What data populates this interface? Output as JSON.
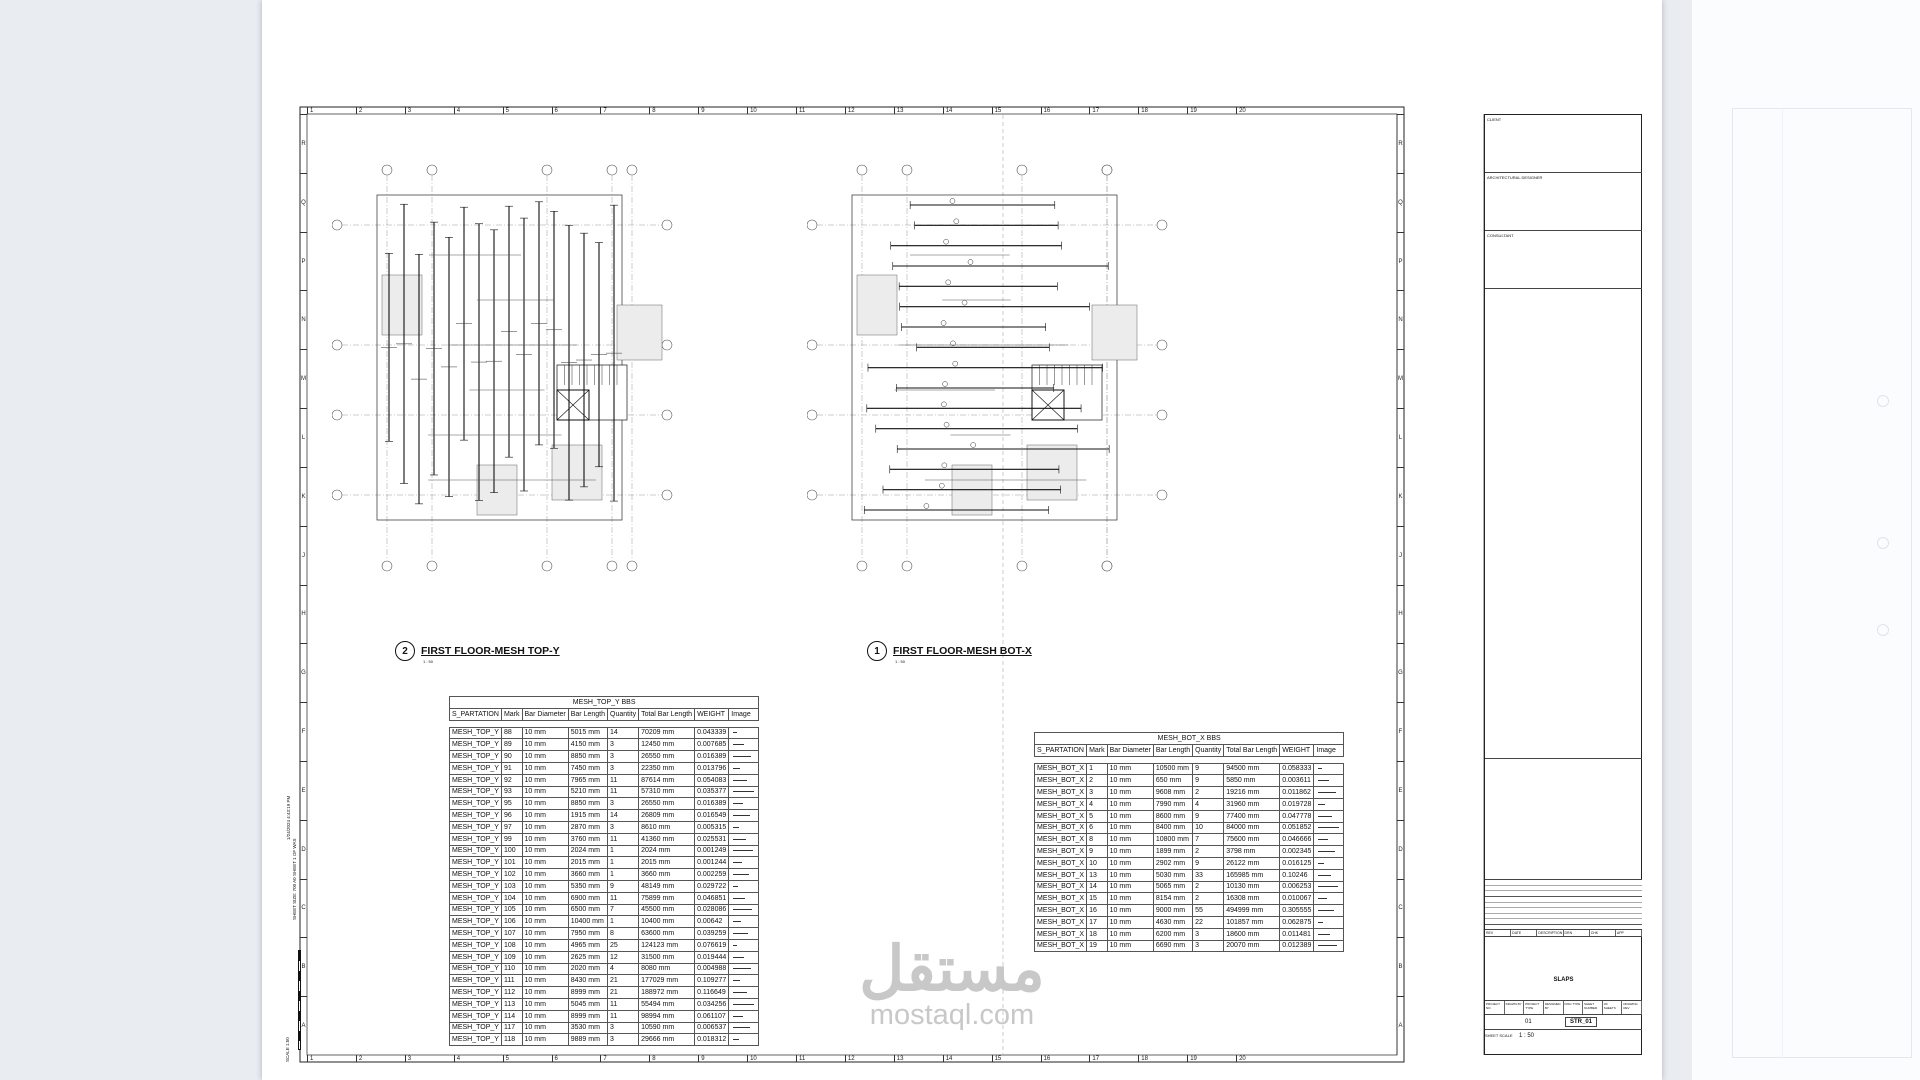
{
  "window": {
    "sheet_number": "STR_01",
    "sheet_title": "SLAPS"
  },
  "border": {
    "columns": [
      "1",
      "2",
      "3",
      "4",
      "5",
      "6",
      "7",
      "8",
      "9",
      "10",
      "11",
      "12",
      "13",
      "14",
      "15",
      "16",
      "17",
      "18",
      "19",
      "20"
    ],
    "rows": [
      "R",
      "Q",
      "P",
      "N",
      "M",
      "L",
      "K",
      "J",
      "H",
      "G",
      "F",
      "E",
      "D",
      "C",
      "B",
      "A"
    ]
  },
  "plans": {
    "left": {
      "number": "2",
      "title": "FIRST FLOOR-MESH TOP-Y",
      "scale": "1 : 50"
    },
    "right": {
      "number": "1",
      "title": "FIRST FLOOR-MESH BOT-X",
      "scale": "1 : 50"
    }
  },
  "bbs_top": {
    "caption": "MESH_TOP_Y BBS",
    "headers": [
      "S_PARTATION",
      "Mark",
      "Bar Diameter",
      "Bar Length",
      "Quantity",
      "Total Bar Length",
      "WEIGHT",
      "Image"
    ],
    "rows": [
      [
        "MESH_TOP_Y",
        "88",
        "10 mm",
        "5015 mm",
        "14",
        "70209 mm",
        "0.043339"
      ],
      [
        "MESH_TOP_Y",
        "89",
        "10 mm",
        "4150 mm",
        "3",
        "12450 mm",
        "0.007685"
      ],
      [
        "MESH_TOP_Y",
        "90",
        "10 mm",
        "8850 mm",
        "3",
        "26550 mm",
        "0.016389"
      ],
      [
        "MESH_TOP_Y",
        "91",
        "10 mm",
        "7450 mm",
        "3",
        "22350 mm",
        "0.013796"
      ],
      [
        "MESH_TOP_Y",
        "92",
        "10 mm",
        "7965 mm",
        "11",
        "87614 mm",
        "0.054083"
      ],
      [
        "MESH_TOP_Y",
        "93",
        "10 mm",
        "5210 mm",
        "11",
        "57310 mm",
        "0.035377"
      ],
      [
        "MESH_TOP_Y",
        "95",
        "10 mm",
        "8850 mm",
        "3",
        "26550 mm",
        "0.016389"
      ],
      [
        "MESH_TOP_Y",
        "96",
        "10 mm",
        "1915 mm",
        "14",
        "26809 mm",
        "0.016549"
      ],
      [
        "MESH_TOP_Y",
        "97",
        "10 mm",
        "2870 mm",
        "3",
        "8610 mm",
        "0.005315"
      ],
      [
        "MESH_TOP_Y",
        "99",
        "10 mm",
        "3760 mm",
        "11",
        "41360 mm",
        "0.025531"
      ],
      [
        "MESH_TOP_Y",
        "100",
        "10 mm",
        "2024 mm",
        "1",
        "2024 mm",
        "0.001249"
      ],
      [
        "MESH_TOP_Y",
        "101",
        "10 mm",
        "2015 mm",
        "1",
        "2015 mm",
        "0.001244"
      ],
      [
        "MESH_TOP_Y",
        "102",
        "10 mm",
        "3660 mm",
        "1",
        "3660 mm",
        "0.002259"
      ],
      [
        "MESH_TOP_Y",
        "103",
        "10 mm",
        "5350 mm",
        "9",
        "48149 mm",
        "0.029722"
      ],
      [
        "MESH_TOP_Y",
        "104",
        "10 mm",
        "6900 mm",
        "11",
        "75899 mm",
        "0.046851"
      ],
      [
        "MESH_TOP_Y",
        "105",
        "10 mm",
        "6500 mm",
        "7",
        "45500 mm",
        "0.028086"
      ],
      [
        "MESH_TOP_Y",
        "106",
        "10 mm",
        "10400 mm",
        "1",
        "10400 mm",
        "0.00642"
      ],
      [
        "MESH_TOP_Y",
        "107",
        "10 mm",
        "7950 mm",
        "8",
        "63600 mm",
        "0.039259"
      ],
      [
        "MESH_TOP_Y",
        "108",
        "10 mm",
        "4965 mm",
        "25",
        "124123 mm",
        "0.076619"
      ],
      [
        "MESH_TOP_Y",
        "109",
        "10 mm",
        "2625 mm",
        "12",
        "31500 mm",
        "0.019444"
      ],
      [
        "MESH_TOP_Y",
        "110",
        "10 mm",
        "2020 mm",
        "4",
        "8080 mm",
        "0.004988"
      ],
      [
        "MESH_TOP_Y",
        "111",
        "10 mm",
        "8430 mm",
        "21",
        "177029 mm",
        "0.109277"
      ],
      [
        "MESH_TOP_Y",
        "112",
        "10 mm",
        "8999 mm",
        "21",
        "188972 mm",
        "0.116649"
      ],
      [
        "MESH_TOP_Y",
        "113",
        "10 mm",
        "5045 mm",
        "11",
        "55494 mm",
        "0.034256"
      ],
      [
        "MESH_TOP_Y",
        "114",
        "10 mm",
        "8999 mm",
        "11",
        "98994 mm",
        "0.061107"
      ],
      [
        "MESH_TOP_Y",
        "117",
        "10 mm",
        "3530 mm",
        "3",
        "10590 mm",
        "0.006537"
      ],
      [
        "MESH_TOP_Y",
        "118",
        "10 mm",
        "9889 mm",
        "3",
        "29666 mm",
        "0.018312"
      ]
    ]
  },
  "bbs_bot": {
    "caption": "MESH_BOT_X BBS",
    "headers": [
      "S_PARTATION",
      "Mark",
      "Bar Diameter",
      "Bar Length",
      "Quantity",
      "Total Bar Length",
      "WEIGHT",
      "Image"
    ],
    "rows": [
      [
        "MESH_BOT_X",
        "1",
        "10 mm",
        "10500 mm",
        "9",
        "94500 mm",
        "0.058333"
      ],
      [
        "MESH_BOT_X",
        "2",
        "10 mm",
        "650 mm",
        "9",
        "5850 mm",
        "0.003611"
      ],
      [
        "MESH_BOT_X",
        "3",
        "10 mm",
        "9608 mm",
        "2",
        "19216 mm",
        "0.011862"
      ],
      [
        "MESH_BOT_X",
        "4",
        "10 mm",
        "7990 mm",
        "4",
        "31960 mm",
        "0.019728"
      ],
      [
        "MESH_BOT_X",
        "5",
        "10 mm",
        "8600 mm",
        "9",
        "77400 mm",
        "0.047778"
      ],
      [
        "MESH_BOT_X",
        "6",
        "10 mm",
        "8400 mm",
        "10",
        "84000 mm",
        "0.051852"
      ],
      [
        "MESH_BOT_X",
        "8",
        "10 mm",
        "10800 mm",
        "7",
        "75600 mm",
        "0.046666"
      ],
      [
        "MESH_BOT_X",
        "9",
        "10 mm",
        "1899 mm",
        "2",
        "3798 mm",
        "0.002345"
      ],
      [
        "MESH_BOT_X",
        "10",
        "10 mm",
        "2902 mm",
        "9",
        "26122 mm",
        "0.016125"
      ],
      [
        "MESH_BOT_X",
        "13",
        "10 mm",
        "5030 mm",
        "33",
        "165985 mm",
        "0.10246"
      ],
      [
        "MESH_BOT_X",
        "14",
        "10 mm",
        "5065 mm",
        "2",
        "10130 mm",
        "0.006253"
      ],
      [
        "MESH_BOT_X",
        "15",
        "10 mm",
        "8154 mm",
        "2",
        "16308 mm",
        "0.010067"
      ],
      [
        "MESH_BOT_X",
        "16",
        "10 mm",
        "9000 mm",
        "55",
        "494999 mm",
        "0.305555"
      ],
      [
        "MESH_BOT_X",
        "17",
        "10 mm",
        "4630 mm",
        "22",
        "101857 mm",
        "0.062875"
      ],
      [
        "MESH_BOT_X",
        "18",
        "10 mm",
        "6200 mm",
        "3",
        "18600 mm",
        "0.011481"
      ],
      [
        "MESH_BOT_X",
        "19",
        "10 mm",
        "6690 mm",
        "3",
        "20070 mm",
        "0.012389"
      ]
    ]
  },
  "title_block": {
    "client": "CLIENT",
    "architect": "ARCHITECTURAL DESIGNER",
    "consultant": "CONSULTANT",
    "revision_headers": [
      "REV",
      "DATE",
      "DESCRIPTION",
      "DRN",
      "CHK",
      "APP"
    ],
    "project_headers": [
      "PROJECT NO.",
      "DRAWN BY",
      "PROJECT TYPE",
      "DESIGNED BY",
      "DISC TYPE",
      "SHEET NUMBER",
      "OF SHEETS",
      "DRAWING REV"
    ],
    "revision_number": "01",
    "scale_label": "SHEET SCALE",
    "scale": "1 : 50"
  },
  "margin_notes": {
    "scale_bar": "SCALE 1:50",
    "plot_info": "SHEET SIZE: 700 A0 SHEET 1 OF WAS",
    "date": "1/24/2024 4:43:19 PM"
  },
  "watermark": {
    "arabic": "مستقل",
    "latin": "mostaql.com"
  }
}
